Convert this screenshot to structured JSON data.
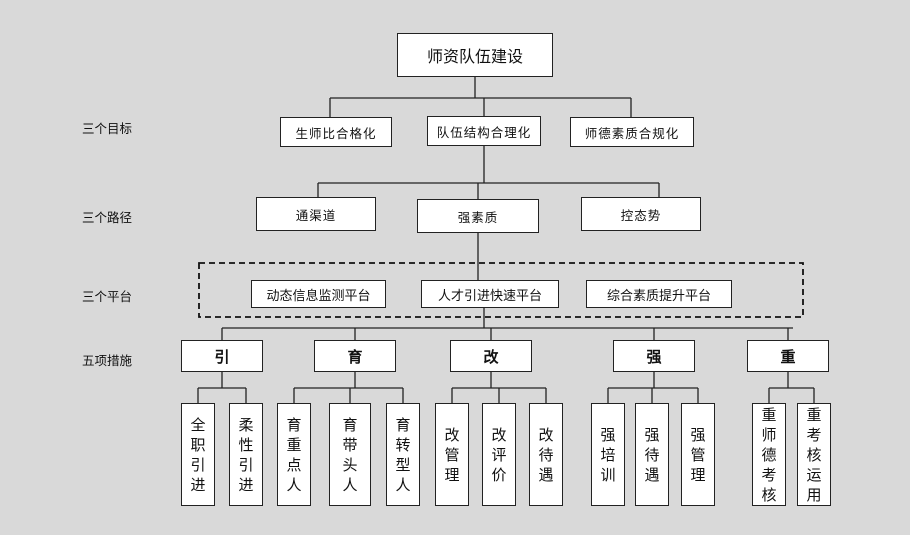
{
  "root": {
    "label": "师资队伍建设"
  },
  "row_labels": {
    "goals": "三个目标",
    "paths": "三个路径",
    "platforms": "三个平台",
    "measures": "五项措施"
  },
  "goals": [
    "生师比合格化",
    "队伍结构合理化",
    "师德素质合规化"
  ],
  "paths": [
    "通渠道",
    "强素质",
    "控态势"
  ],
  "platforms": [
    "动态信息监测平台",
    "人才引进快速平台",
    "综合素质提升平台"
  ],
  "measures": [
    {
      "label": "引",
      "items": [
        "全职引进",
        "柔性引进"
      ]
    },
    {
      "label": "育",
      "items": [
        "育重点人",
        "育带头人",
        "育转型人"
      ]
    },
    {
      "label": "改",
      "items": [
        "改管理",
        "改评价",
        "改待遇"
      ]
    },
    {
      "label": "强",
      "items": [
        "强培训",
        "强待遇",
        "强管理"
      ]
    },
    {
      "label": "重",
      "items": [
        "重师德考核",
        "重考核运用"
      ]
    }
  ]
}
